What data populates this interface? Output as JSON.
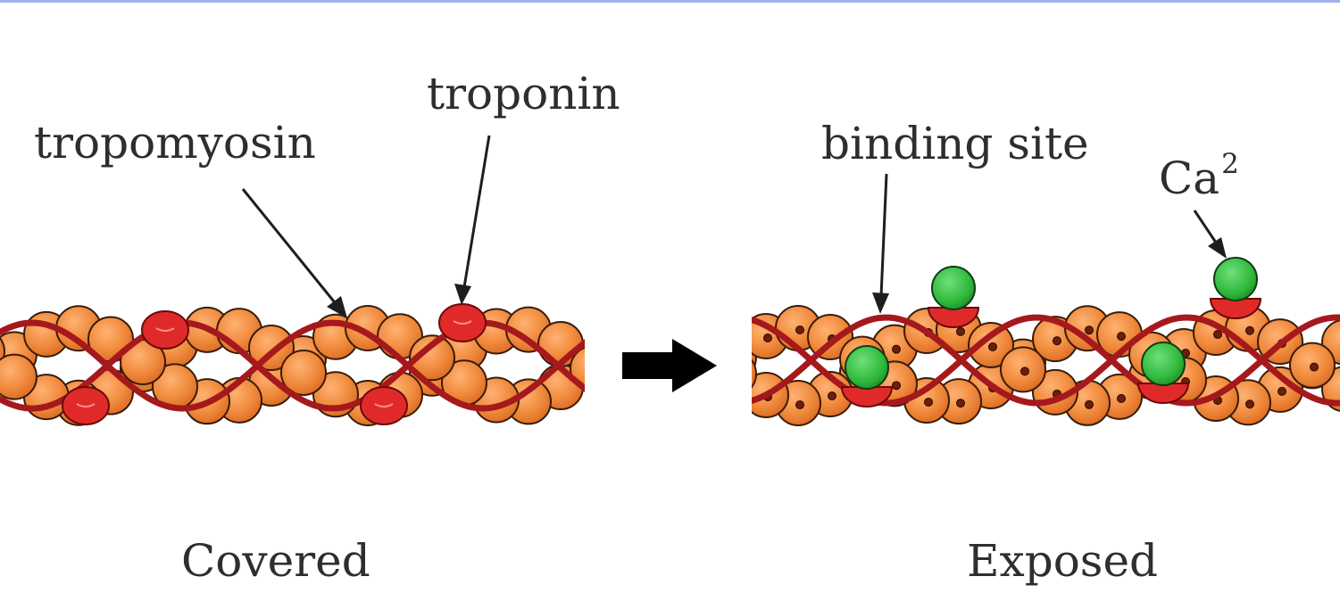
{
  "labels": {
    "tropomyosin": "tropomyosin",
    "troponin": "troponin",
    "binding_site": "binding site",
    "calcium_base": "Ca",
    "calcium_superscript": "2"
  },
  "captions": {
    "left": "Covered",
    "right": "Exposed"
  },
  "colors": {
    "actin_bead": "#f08a3c",
    "actin_outline": "#3a1c0a",
    "tropomyosin_strand": "#a5191d",
    "troponin": "#e02a2a",
    "calcium": "#2fb83a",
    "arrow": "#000000",
    "top_rule": "#9fb3e6"
  },
  "icons": {
    "transition_arrow": "arrow-right-icon"
  }
}
